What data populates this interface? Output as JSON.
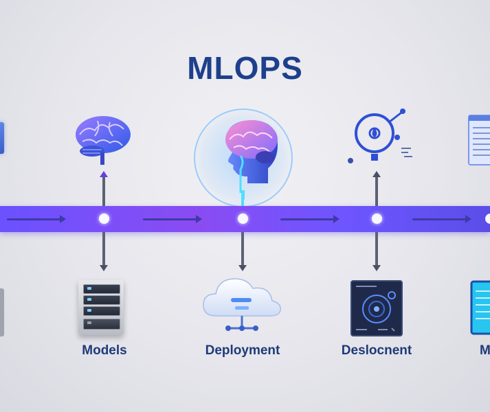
{
  "title": "MLOPS",
  "colors": {
    "title": "#1d3f8c",
    "timeline": "#6a52ff",
    "label": "#1f3a78",
    "node": "#ffffff"
  },
  "stages_bottom": [
    {
      "label": "Models",
      "icon": "server-rack-icon"
    },
    {
      "label": "Deployment",
      "icon": "cloud-network-icon"
    },
    {
      "label": "Deslocnent",
      "icon": "target-panel-icon"
    },
    {
      "label": "M",
      "icon": "document-screen-icon"
    }
  ],
  "stages_top": [
    {
      "icon": "brain-icon"
    },
    {
      "icon": "ai-head-icon"
    },
    {
      "icon": "target-sensor-icon"
    },
    {
      "icon": "document-panel-icon"
    }
  ]
}
